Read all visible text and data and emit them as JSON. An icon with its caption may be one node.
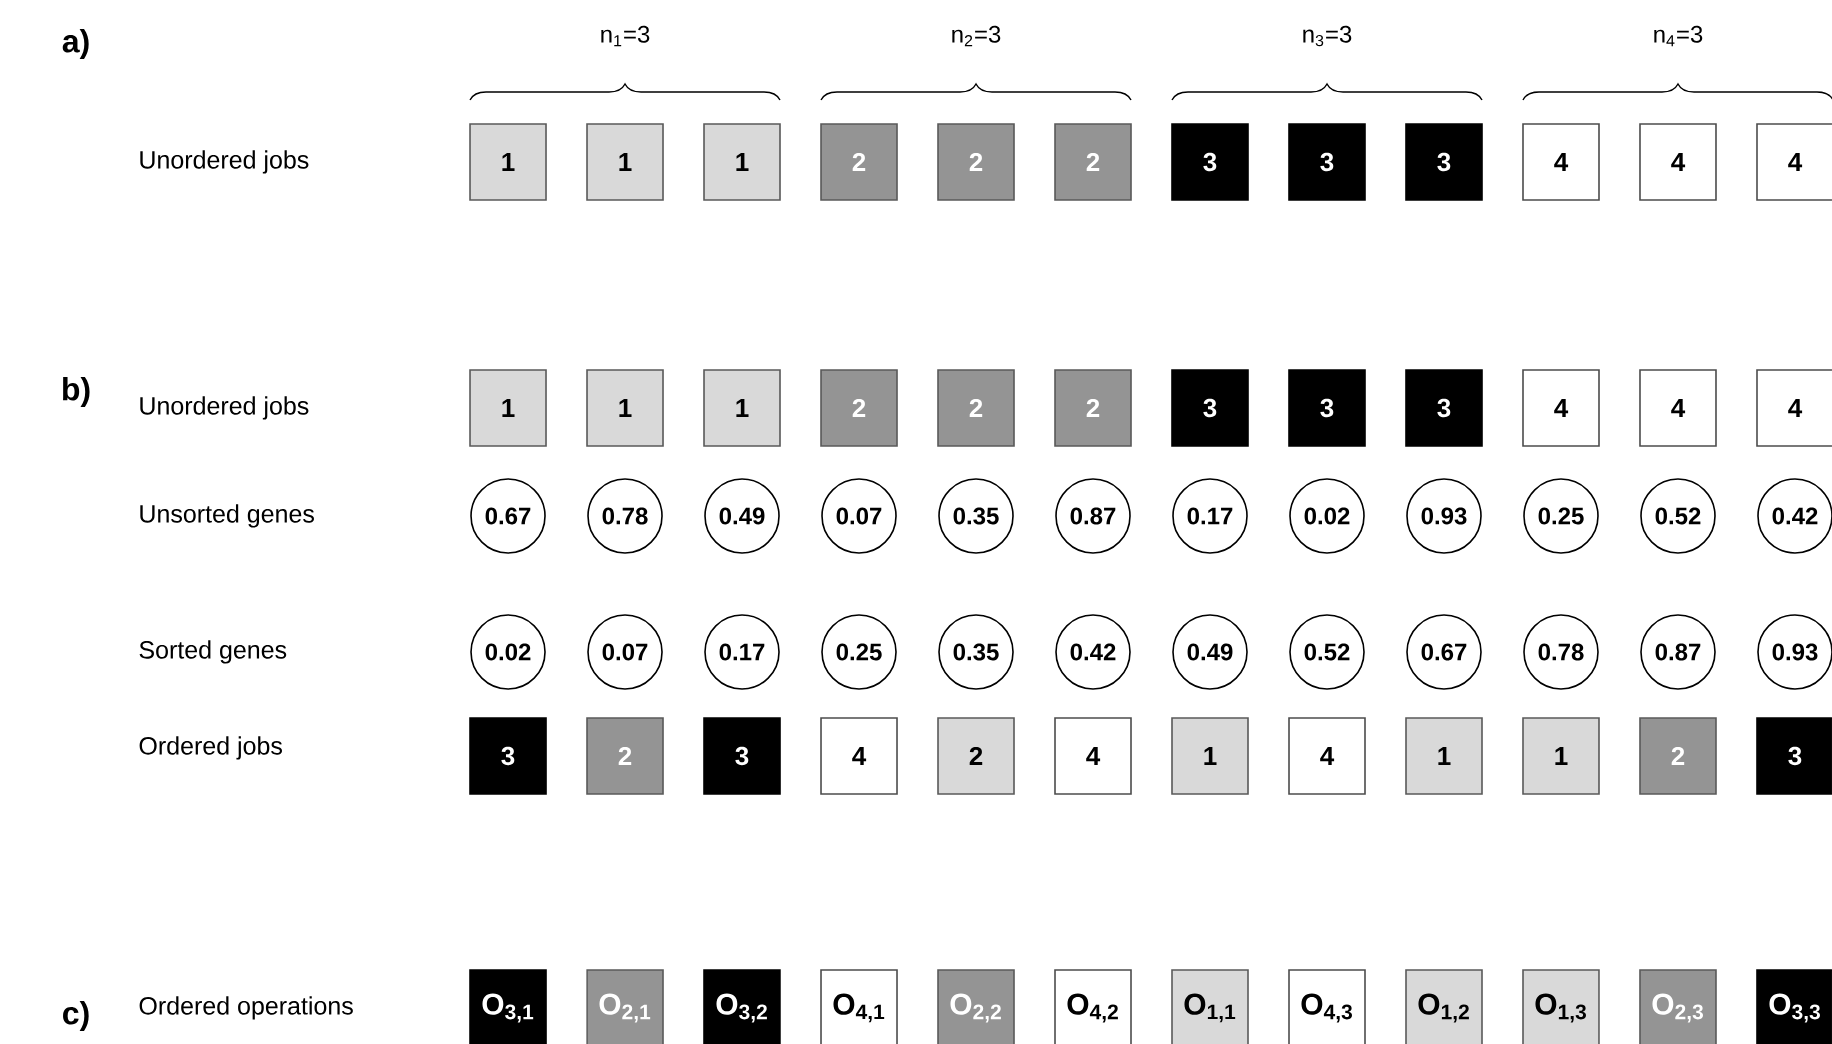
{
  "diagram": {
    "nodes": [
      {
        "text": [
          "1"
        ]
      },
      {
        "text": [
          "1"
        ]
      },
      {
        "text": [
          "1"
        ]
      },
      {
        "text": [
          "2"
        ]
      },
      {
        "text": [
          "2"
        ]
      },
      {
        "text": [
          "2"
        ]
      },
      {
        "text": [
          "3"
        ]
      },
      {
        "text": [
          "3"
        ]
      },
      {
        "text": [
          "3"
        ]
      },
      {
        "text": [
          "4"
        ]
      },
      {
        "text": [
          "4"
        ]
      },
      {
        "text": [
          "4"
        ]
      },
      {
        "text": [
          "1"
        ]
      },
      {
        "text": [
          "1"
        ]
      },
      {
        "text": [
          "1"
        ]
      },
      {
        "text": [
          "2"
        ]
      },
      {
        "text": [
          "2"
        ]
      },
      {
        "text": [
          "2"
        ]
      },
      {
        "text": [
          "3"
        ]
      },
      {
        "text": [
          "3"
        ]
      },
      {
        "text": [
          "3"
        ]
      },
      {
        "text": [
          "4"
        ]
      },
      {
        "text": [
          "4"
        ]
      },
      {
        "text": [
          "4"
        ]
      },
      {
        "text": [
          "0.67"
        ]
      },
      {
        "text": [
          "0.78"
        ]
      },
      {
        "text": [
          "0.49"
        ]
      },
      {
        "text": [
          "0.07"
        ]
      },
      {
        "text": [
          "0.35"
        ]
      },
      {
        "text": [
          "0.87"
        ]
      },
      {
        "text": [
          "0.17"
        ]
      },
      {
        "text": [
          "0.02"
        ]
      },
      {
        "text": [
          "0.93"
        ]
      },
      {
        "text": [
          "0.25"
        ]
      },
      {
        "text": [
          "0.52"
        ]
      },
      {
        "text": [
          "0.42"
        ]
      },
      {
        "text": [
          "0.02"
        ]
      },
      {
        "text": [
          "0.07"
        ]
      },
      {
        "text": [
          "0.17"
        ]
      },
      {
        "text": [
          "0.25"
        ]
      },
      {
        "text": [
          "0.35"
        ]
      },
      {
        "text": [
          "0.42"
        ]
      },
      {
        "text": [
          "0.49"
        ]
      },
      {
        "text": [
          "0.52"
        ]
      },
      {
        "text": [
          "0.67"
        ]
      },
      {
        "text": [
          "0.78"
        ]
      },
      {
        "text": [
          "0.87"
        ]
      },
      {
        "text": [
          "0.93"
        ]
      },
      {
        "text": [
          "3"
        ]
      },
      {
        "text": [
          "2"
        ]
      },
      {
        "text": [
          "3"
        ]
      },
      {
        "text": [
          "4"
        ]
      },
      {
        "text": [
          "2"
        ]
      },
      {
        "text": [
          "4"
        ]
      },
      {
        "text": [
          "1"
        ]
      },
      {
        "text": [
          "4"
        ]
      },
      {
        "text": [
          "1"
        ]
      },
      {
        "text": [
          "1"
        ]
      },
      {
        "text": [
          "2"
        ]
      },
      {
        "text": [
          "3"
        ]
      },
      {
        "text": [
          "O$_{3,1}$"
        ]
      },
      {
        "text": [
          "O$_{2,1}$"
        ]
      },
      {
        "text": [
          "O$_{3,2}$"
        ]
      },
      {
        "text": [
          "O$_{4,1}$"
        ]
      },
      {
        "text": [
          "O$_{2,2}$"
        ]
      },
      {
        "text": [
          "O$_{4,2}$"
        ]
      },
      {
        "text": [
          "O$_{1,1}$"
        ]
      },
      {
        "text": [
          "O$_{4,3}$"
        ]
      },
      {
        "text": [
          "O$_{1,2}$"
        ]
      },
      {
        "text": [
          "O$_{1,3}$"
        ]
      },
      {
        "text": [
          "O$_{2,3}$"
        ]
      },
      {
        "text": [
          "O$_{3,3}$"
        ]
      }
    ],
    "labels": [
      "a)",
      "n$_{1}$=3",
      "n$_{2}$=3",
      "n$_{3}$=3",
      "n$_{4}$=3",
      "Unordered jobs",
      "b)",
      "Unordered jobs",
      "Unsorted genes",
      "Sorted genes",
      "Ordered jobs",
      "c)",
      "Ordered operations"
    ]
  }
}
